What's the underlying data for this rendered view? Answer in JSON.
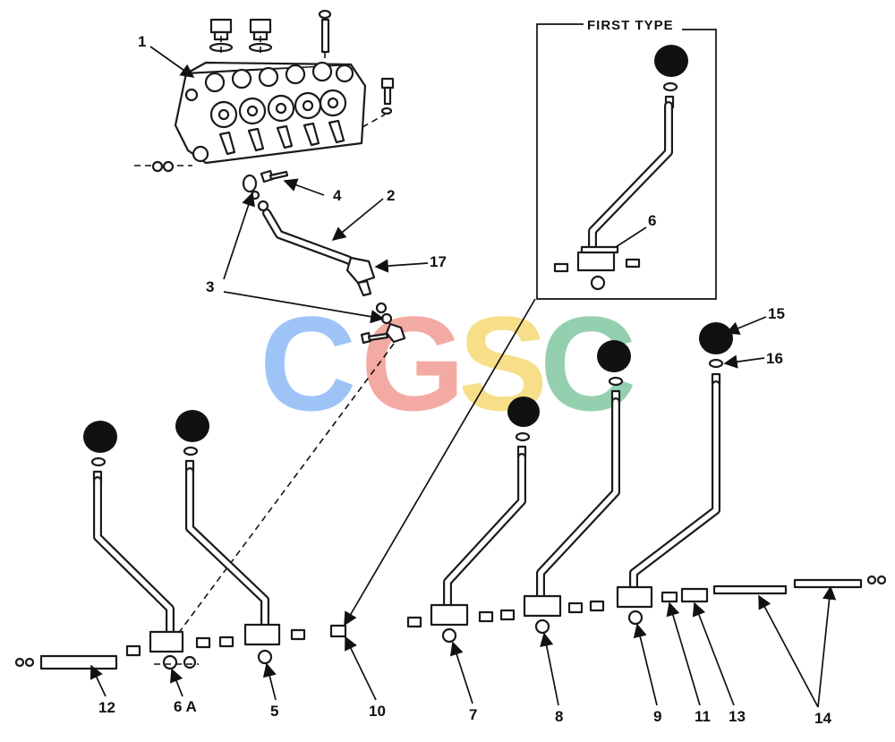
{
  "figure": {
    "first_type_title": "FIRST TYPE",
    "callouts": {
      "c1": "1",
      "c2": "2",
      "c3": "3",
      "c4": "4",
      "c5": "5",
      "c6": "6",
      "c6a": "6 A",
      "c7": "7",
      "c8": "8",
      "c9": "9",
      "c10": "10",
      "c11": "11",
      "c12": "12",
      "c13": "13",
      "c14": "14",
      "c15": "15",
      "c16": "16",
      "c17": "17"
    }
  },
  "watermark": {
    "letters": [
      "C",
      "G",
      "S",
      "C"
    ],
    "colors": [
      "#7aaef5",
      "#ef8a80",
      "#f4d35e",
      "#6cbf92"
    ]
  }
}
